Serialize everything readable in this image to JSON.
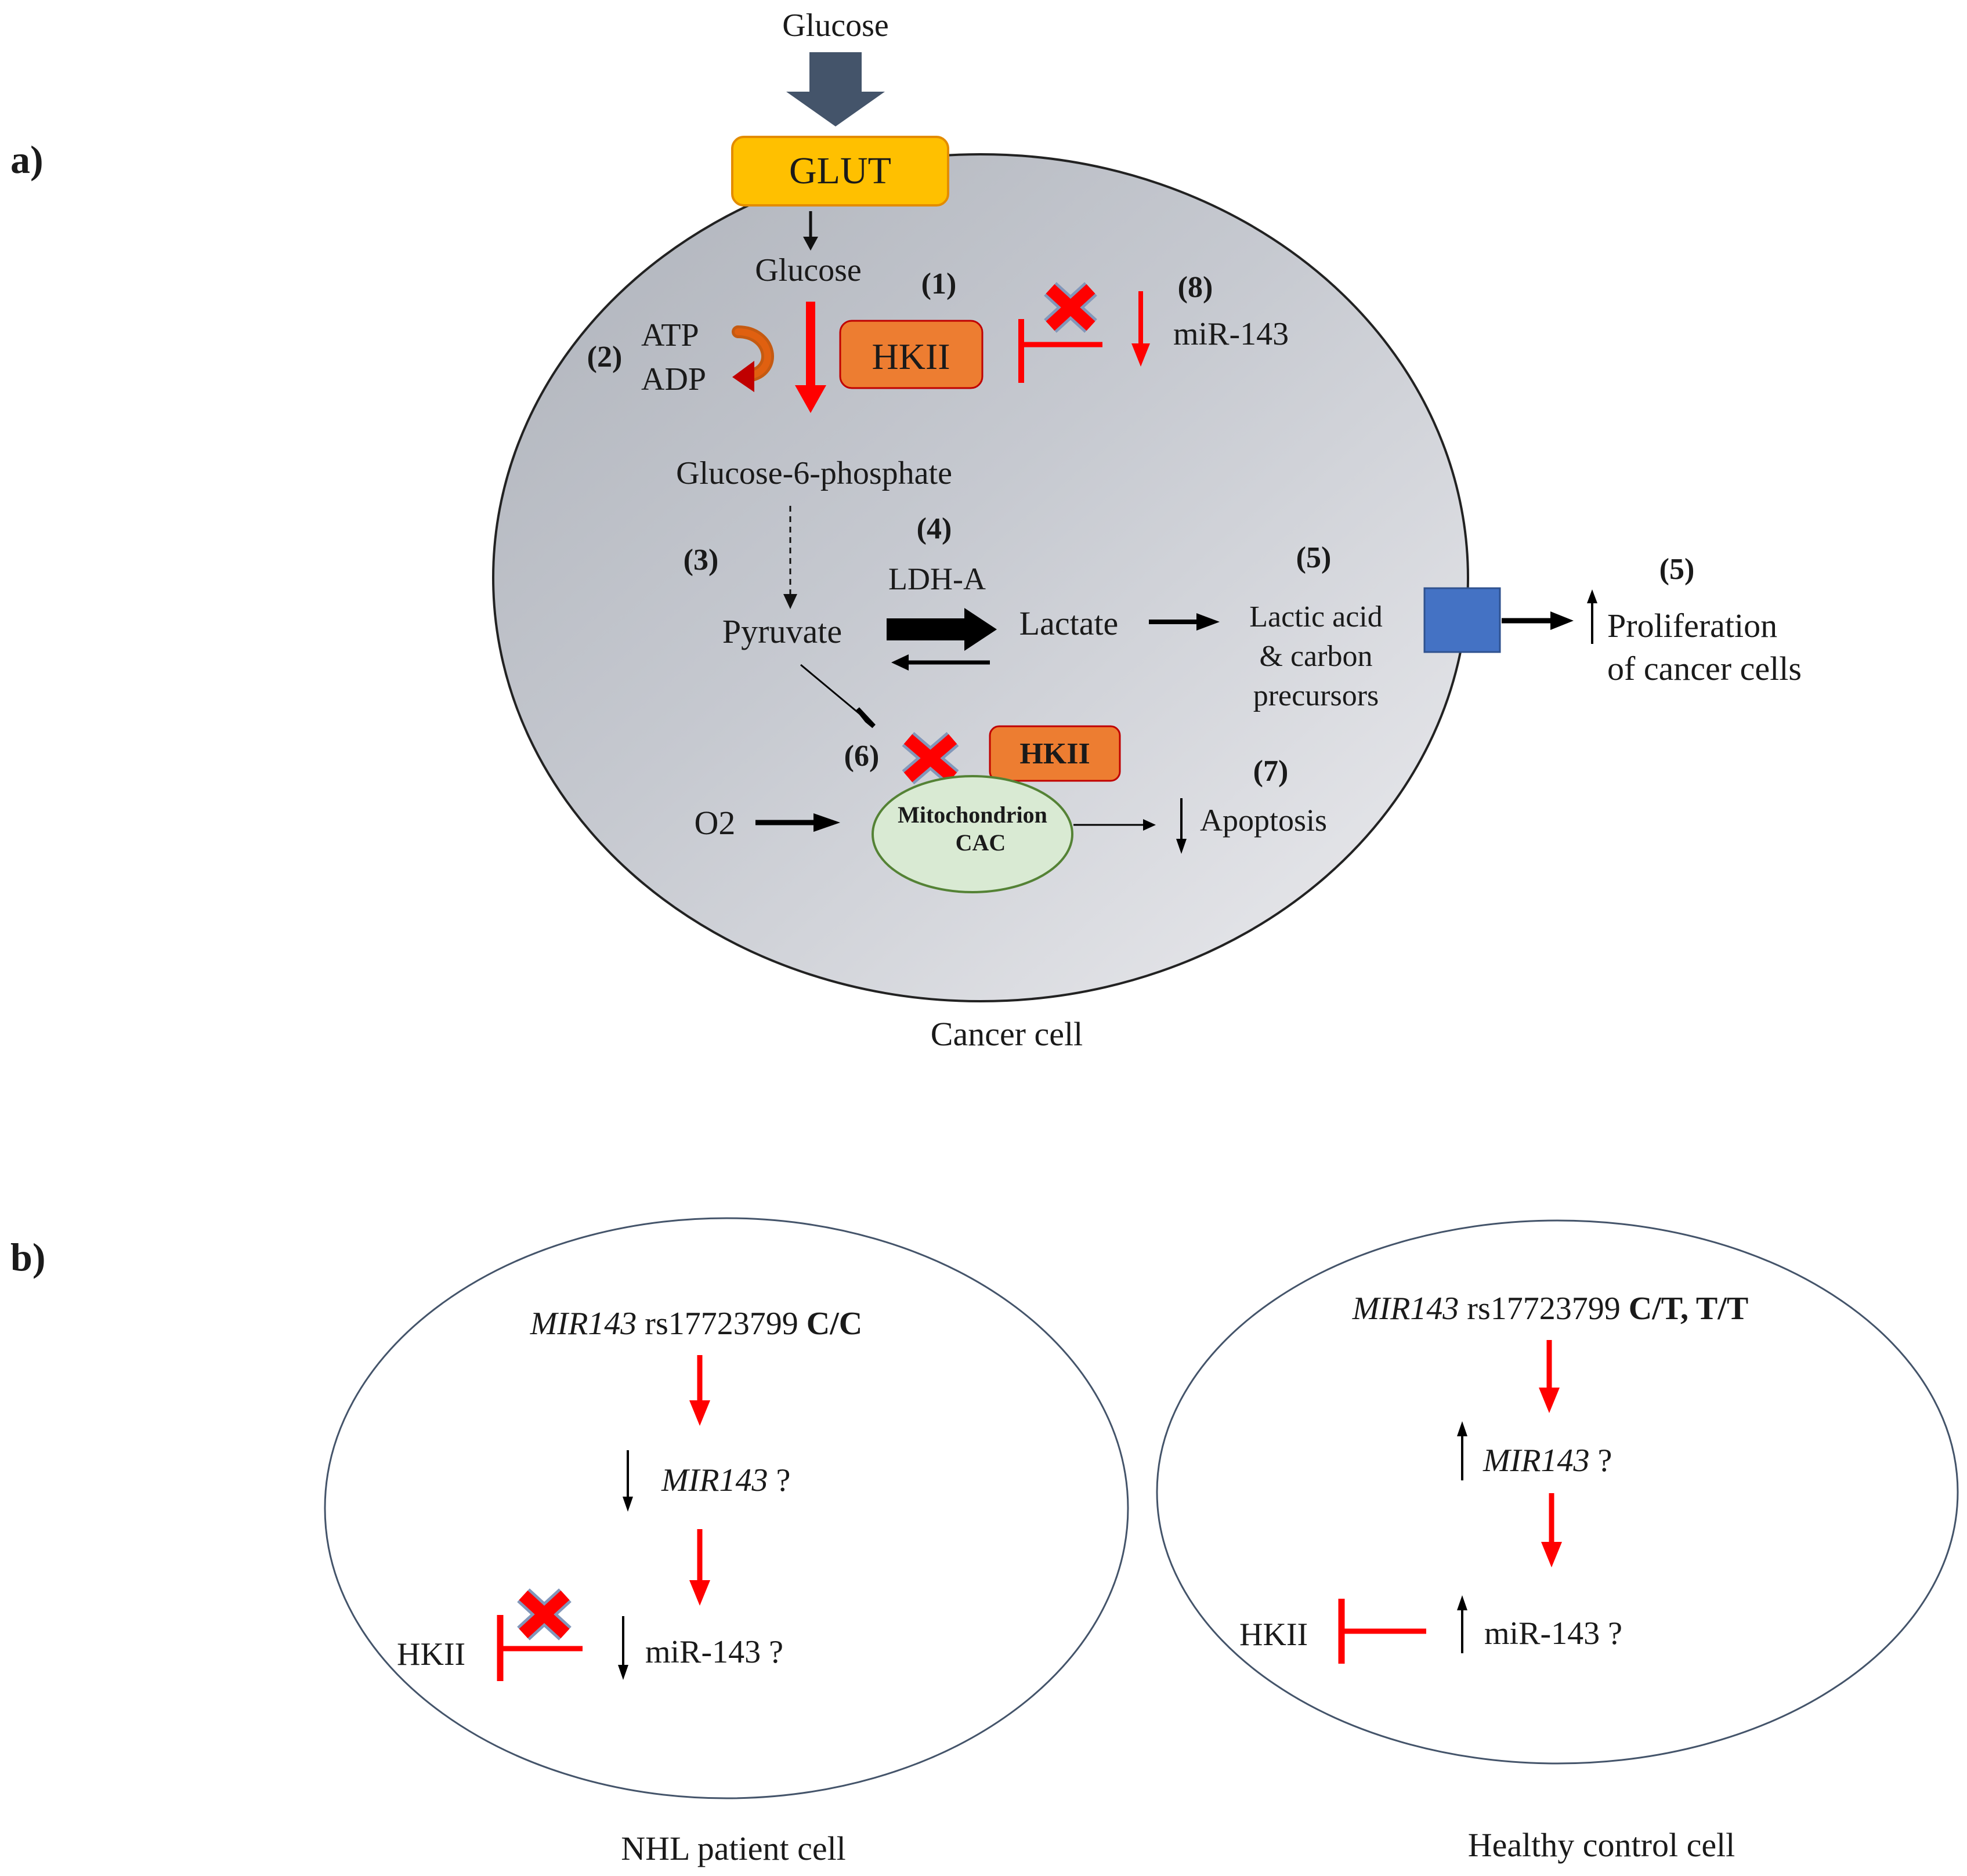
{
  "panel_a": {
    "panel_label": "a)",
    "top_glucose": "Glucose",
    "glut": "GLUT",
    "glucose_inner": "Glucose",
    "hkii": "HKII",
    "atp": "ATP",
    "adp": "ADP",
    "g6p": "Glucose-6-phosphate",
    "ldha": "LDH-A",
    "pyruvate": "Pyruvate",
    "lactate": "Lactate",
    "lactic_line1": "Lactic acid",
    "lactic_line2": "& carbon",
    "lactic_line3": "precursors",
    "prolif_line1": "Proliferation",
    "prolif_line2": "of cancer cells",
    "o2": "O2",
    "mito_line1": "Mitochondrion",
    "mito_line2": "CAC",
    "hkii_mito": "HKII",
    "apoptosis": "Apoptosis",
    "mir143": "miR-143",
    "cell_caption": "Cancer cell",
    "step_labels": {
      "s1": "(1)",
      "s2": "(2)",
      "s3": "(3)",
      "s4": "(4)",
      "s5_inner": "(5)",
      "s5_outer": "(5)",
      "s6": "(6)",
      "s7": "(7)",
      "s8": "(8)"
    }
  },
  "panel_b": {
    "panel_label": "b)",
    "nhl": {
      "gene": "MIR143",
      "snp": " rs17723799 ",
      "genotype": "C/C",
      "mir_gene": "MIR143",
      "q1": " ?",
      "hkii": "HKII",
      "mirna": "miR-143 ?",
      "caption": "NHL patient cell"
    },
    "healthy": {
      "gene": "MIR143",
      "snp": " rs17723799 ",
      "genotype": "C/T, T/T",
      "mir_gene": "MIR143",
      "q1": " ?",
      "hkii": "HKII",
      "mirna": "miR-143 ?",
      "caption": "Healthy control cell"
    }
  },
  "colors": {
    "red": "#ff0000",
    "glut_fill": "#ffc000",
    "hkii_fill": "#ed7d31",
    "mito_fill": "#d9ead3",
    "mito_stroke": "#548235",
    "transporter_fill": "#4472c4",
    "glucose_arrow": "#44546a"
  }
}
